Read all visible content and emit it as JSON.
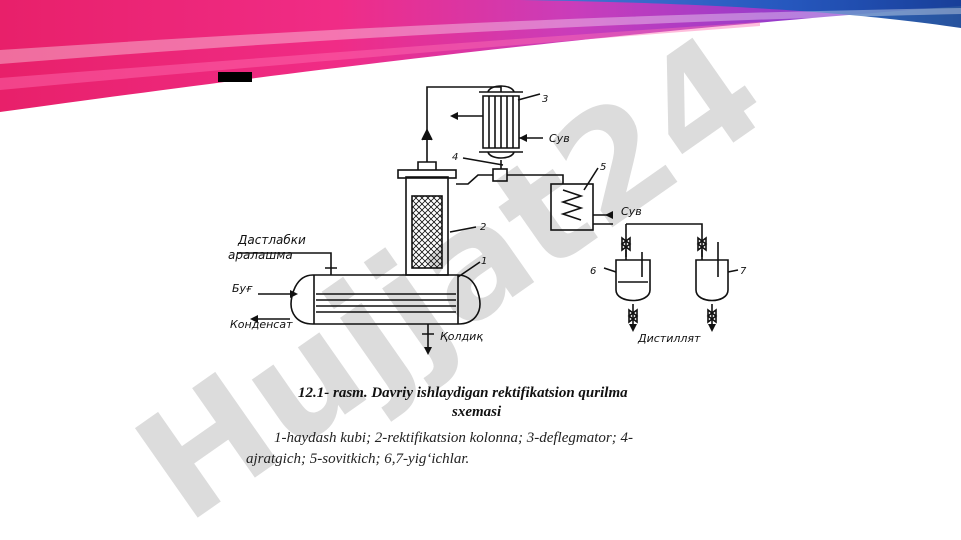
{
  "watermark": {
    "text": "Hujjat24"
  },
  "figure": {
    "labels": {
      "feed": "Дастлабки",
      "feed_2": "аралашма",
      "steam": "Буғ",
      "condensate": "Конденсат",
      "residue": "Қолдиқ",
      "water_1": "Сув",
      "water_2": "Сув",
      "distillate": "Дистиллят"
    },
    "numbers": [
      "1",
      "2",
      "3",
      "4",
      "5",
      "6",
      "7"
    ]
  },
  "caption": {
    "title_line1": "12.1- rasm. Davriy ishlaydigan rektifikatsion qurilma",
    "title_line2": "sxemasi",
    "desc_line1": "1-haydash kubi; 2-rektifikatsion kolonna; 3-deflegmator; 4-",
    "desc_line2": "ajratgich; 5-sovitkich; 6,7-yig‘ichlar."
  },
  "colors": {
    "accent_pink": "#e8206a",
    "accent_blue": "#1f5fb4",
    "accent_purple": "#7a2fa8",
    "watermark_purple": "#c8c0ec",
    "watermark_gray": "#c6c6c6"
  }
}
